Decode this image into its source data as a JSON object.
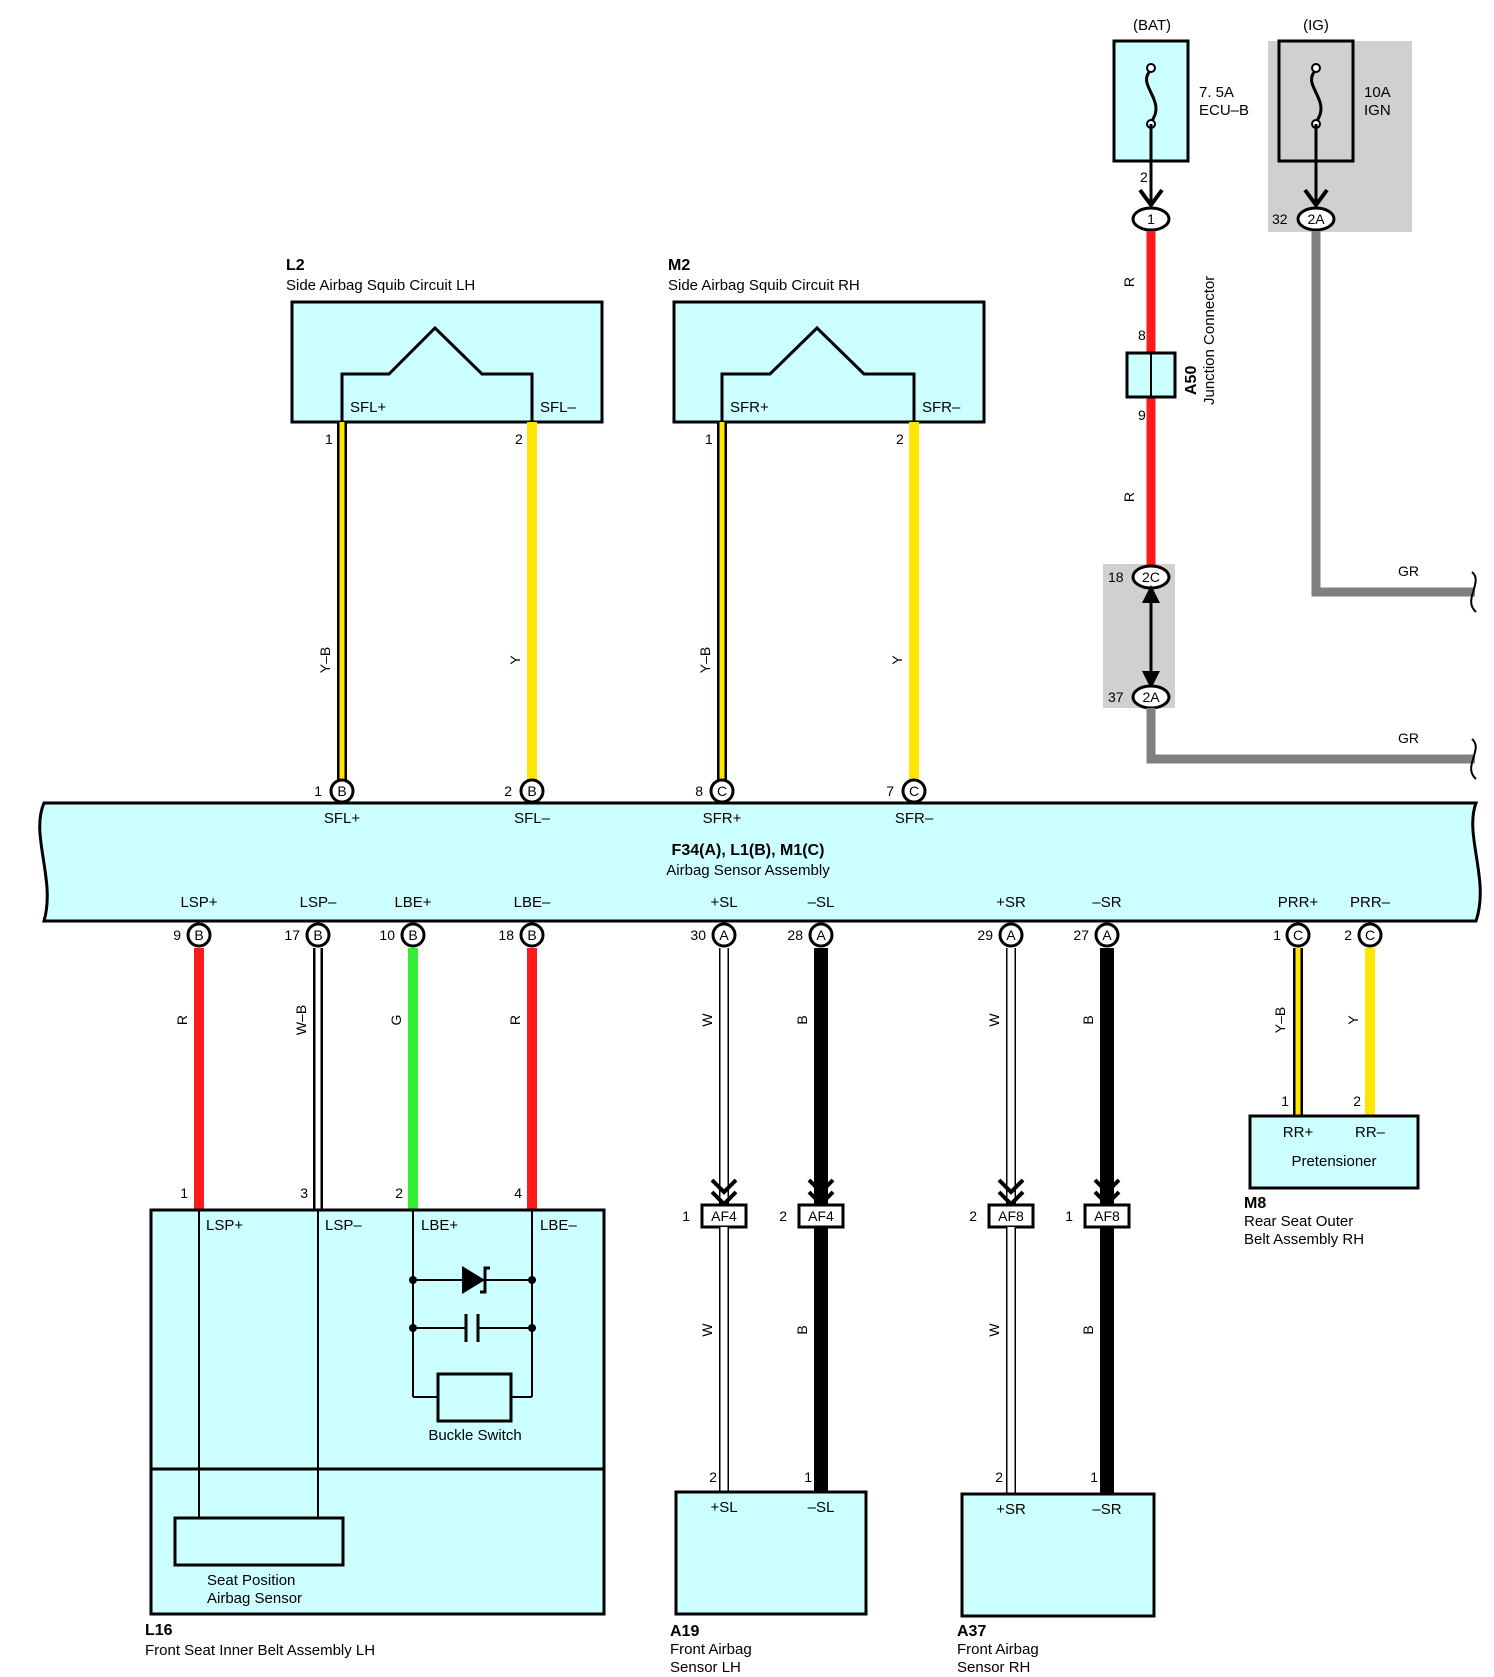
{
  "fuses": {
    "bat": {
      "supply": "(BAT)",
      "rating": "7. 5A",
      "name": "ECU–B",
      "pin": "2",
      "conn_pin": "1"
    },
    "ig": {
      "supply": "(IG)",
      "rating": "10A",
      "name": "IGN",
      "pin": "32",
      "conn_pin": "2A"
    }
  },
  "junction": {
    "code": "A50",
    "name": "Junction Connector",
    "pin_top": "8",
    "pin_bottom": "9",
    "wire_top": "R",
    "wire_bottom": "R",
    "conn1_pin": "18",
    "conn1_label": "2C",
    "conn2_pin": "37",
    "conn2_label": "2A"
  },
  "gr_wires": {
    "top": "GR",
    "bottom": "GR"
  },
  "squib_lh": {
    "code": "L2",
    "name": "Side Airbag Squib Circuit LH",
    "plus": "SFL+",
    "minus": "SFL–",
    "pin1": "1",
    "pin2": "2",
    "wire1": "Y–B",
    "wire2": "Y"
  },
  "squib_rh": {
    "code": "M2",
    "name": "Side Airbag Squib Circuit RH",
    "plus": "SFR+",
    "minus": "SFR–",
    "pin1": "1",
    "pin2": "2",
    "wire1": "Y–B",
    "wire2": "Y"
  },
  "ecu": {
    "code": "F34(A), L1(B), M1(C)",
    "name": "Airbag Sensor Assembly",
    "top_terminals": [
      {
        "pin": "1",
        "conn": "B",
        "label": "SFL+"
      },
      {
        "pin": "2",
        "conn": "B",
        "label": "SFL–"
      },
      {
        "pin": "8",
        "conn": "C",
        "label": "SFR+"
      },
      {
        "pin": "7",
        "conn": "C",
        "label": "SFR–"
      }
    ],
    "bottom_terminals": [
      {
        "pin": "9",
        "conn": "B",
        "label": "LSP+",
        "wire": "R"
      },
      {
        "pin": "17",
        "conn": "B",
        "label": "LSP–",
        "wire": "W–B"
      },
      {
        "pin": "10",
        "conn": "B",
        "label": "LBE+",
        "wire": "G"
      },
      {
        "pin": "18",
        "conn": "B",
        "label": "LBE–",
        "wire": "R"
      },
      {
        "pin": "30",
        "conn": "A",
        "label": "+SL",
        "wire": "W"
      },
      {
        "pin": "28",
        "conn": "A",
        "label": "–SL",
        "wire": "B"
      },
      {
        "pin": "29",
        "conn": "A",
        "label": "+SR",
        "wire": "W"
      },
      {
        "pin": "27",
        "conn": "A",
        "label": "–SR",
        "wire": "B"
      },
      {
        "pin": "1",
        "conn": "C",
        "label": "PRR+",
        "wire": "Y–B"
      },
      {
        "pin": "2",
        "conn": "C",
        "label": "PRR–",
        "wire": "Y"
      }
    ]
  },
  "belt_lh": {
    "code": "L16",
    "name": "Front Seat Inner Belt Assembly LH",
    "pins": [
      "1",
      "3",
      "2",
      "4"
    ],
    "labels": [
      "LSP+",
      "LSP–",
      "LBE+",
      "LBE–"
    ],
    "buckle": "Buckle Switch",
    "sensor_line1": "Seat Position",
    "sensor_line2": "Airbag Sensor"
  },
  "sensor_lh": {
    "code": "A19",
    "line1": "Front Airbag",
    "line2": "Sensor LH",
    "conn": "AF4",
    "pin_a": "1",
    "pin_b": "2",
    "sensor_pin_plus": "2",
    "sensor_pin_minus": "1",
    "plus": "+SL",
    "minus": "–SL",
    "wire_plus": "W",
    "wire_minus": "B"
  },
  "sensor_rh": {
    "code": "A37",
    "line1": "Front Airbag",
    "line2": "Sensor RH",
    "conn": "AF8",
    "pin_a": "2",
    "pin_b": "1",
    "sensor_pin_plus": "2",
    "sensor_pin_minus": "1",
    "plus": "+SR",
    "minus": "–SR",
    "wire_plus": "W",
    "wire_minus": "B"
  },
  "pretensioner": {
    "code": "M8",
    "line1": "Rear Seat Outer",
    "line2": "Belt Assembly RH",
    "name": "Pretensioner",
    "plus": "RR+",
    "minus": "RR–",
    "pin1": "1",
    "pin2": "2"
  },
  "colors": {
    "box_fill": "#ccffff",
    "red": "#ff1a1a",
    "yellow": "#ffe600",
    "green": "#33ee33",
    "gray": "#808080",
    "shade": "#d0d0d0"
  }
}
